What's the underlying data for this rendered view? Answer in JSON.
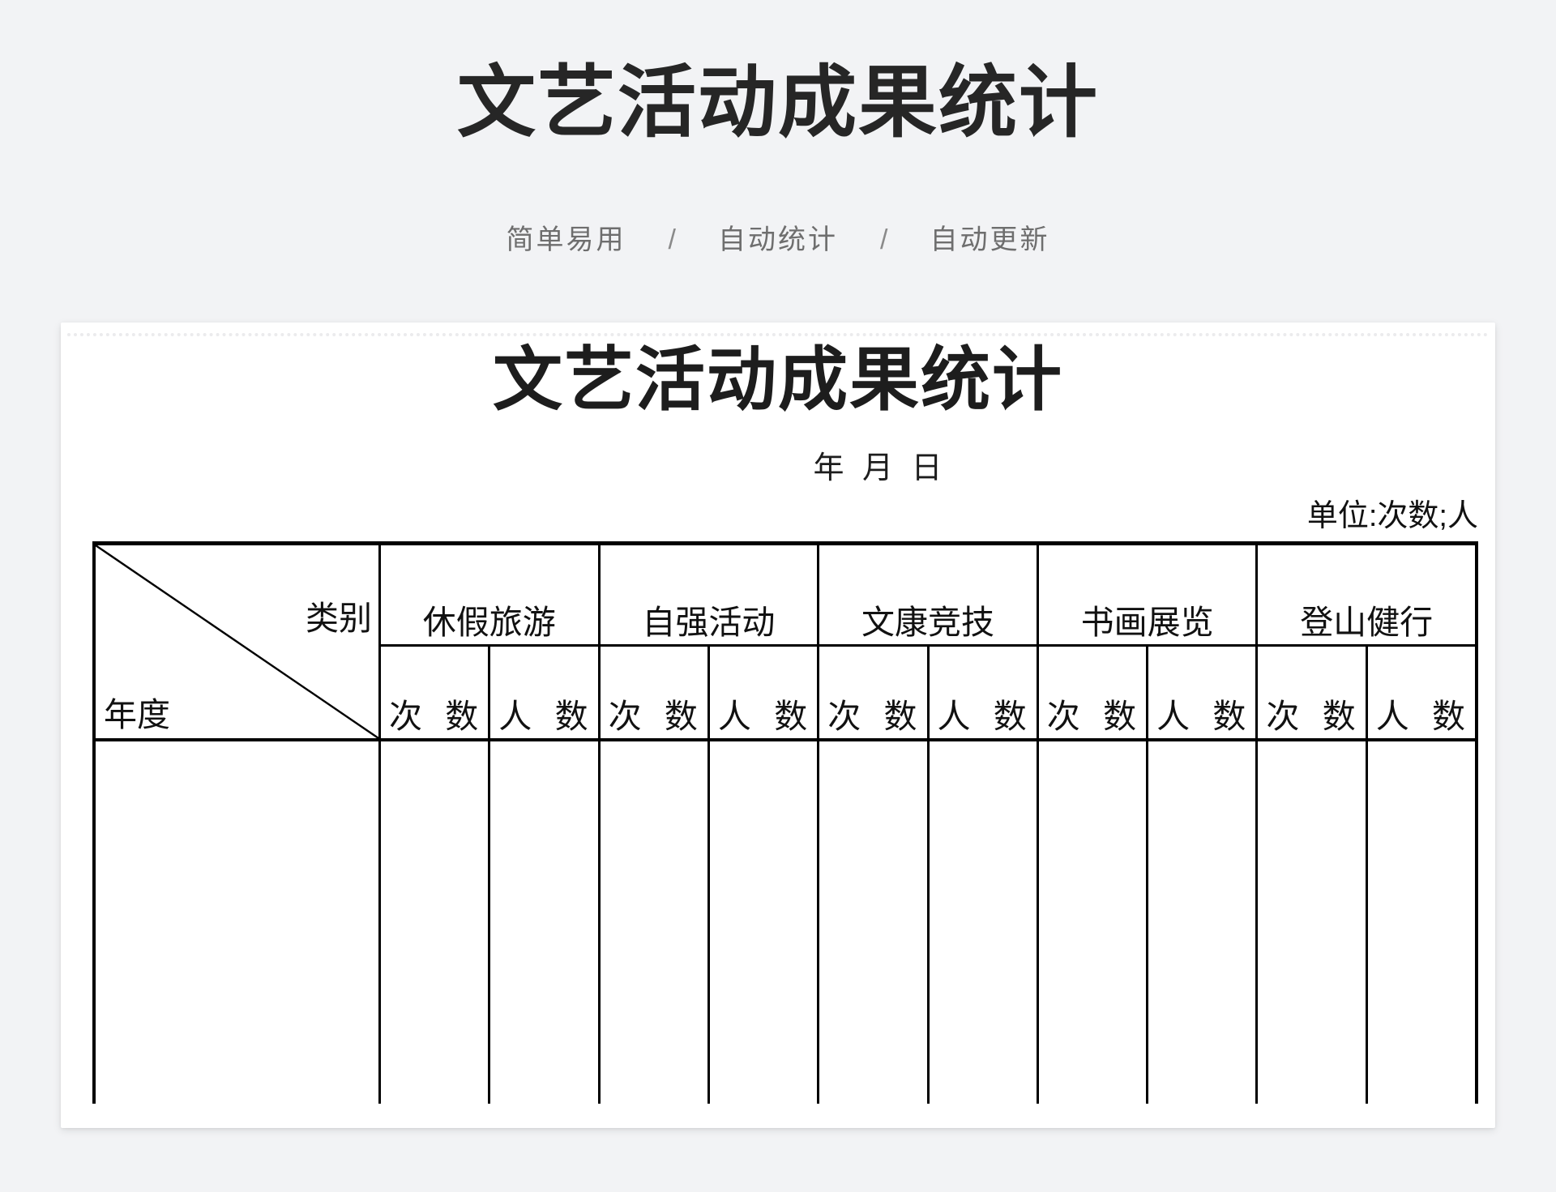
{
  "page": {
    "title": "文艺活动成果统计",
    "subtitle": {
      "items": [
        "简单易用",
        "自动统计",
        "自动更新"
      ],
      "separator": "/"
    }
  },
  "sheet": {
    "title": "文艺活动成果统计",
    "date_line": "年 月 日",
    "unit_note": "单位:次数;人",
    "table": {
      "corner": {
        "top_right_label": "类别",
        "bottom_left_label": "年度"
      },
      "categories": [
        "休假旅游",
        "自强活动",
        "文康竞技",
        "书画展览",
        "登山健行"
      ],
      "sub_headers": {
        "times": [
          "次",
          "数"
        ],
        "people": [
          "人",
          "数"
        ]
      },
      "body_rows": []
    }
  },
  "colors": {
    "background": "#f2f3f5",
    "card": "#ffffff",
    "title_text": "#262626",
    "subtitle_text": "#6e6e6e",
    "table_text": "#111111",
    "border": "#000000"
  }
}
